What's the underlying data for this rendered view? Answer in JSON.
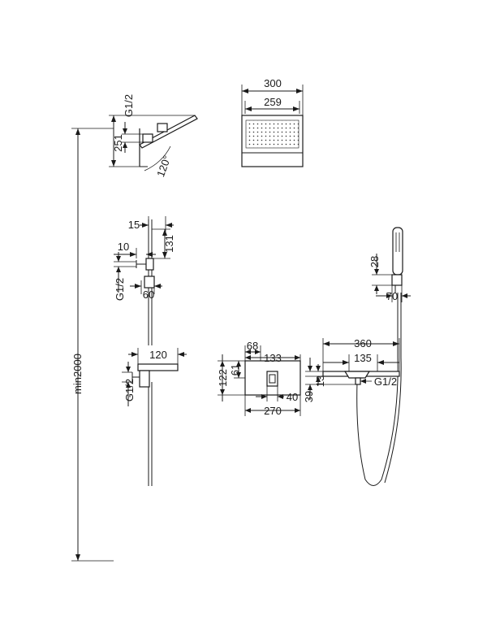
{
  "overall": {
    "height": "min2000"
  },
  "overhead": {
    "thread": "G1/2",
    "height": "251",
    "angle": "120°",
    "width_outer": "300",
    "width_inner": "259"
  },
  "diverter_column": {
    "dim_a": "15",
    "dim_b": "131",
    "dim_c": "10",
    "thread": "G1/2",
    "dim_d": "60"
  },
  "lower_valve": {
    "width": "120",
    "thread": "G1/2"
  },
  "wall_plate": {
    "dim_68": "68",
    "dim_133": "133",
    "dim_122": "122",
    "dim_61": "61",
    "dim_40": "40",
    "dim_270": "270"
  },
  "hand_shower": {
    "dim_28": "28",
    "dim_70": "70",
    "dim_360": "360",
    "dim_135": "135",
    "dim_39": "39",
    "dim_13": "13",
    "thread": "G1/2"
  }
}
